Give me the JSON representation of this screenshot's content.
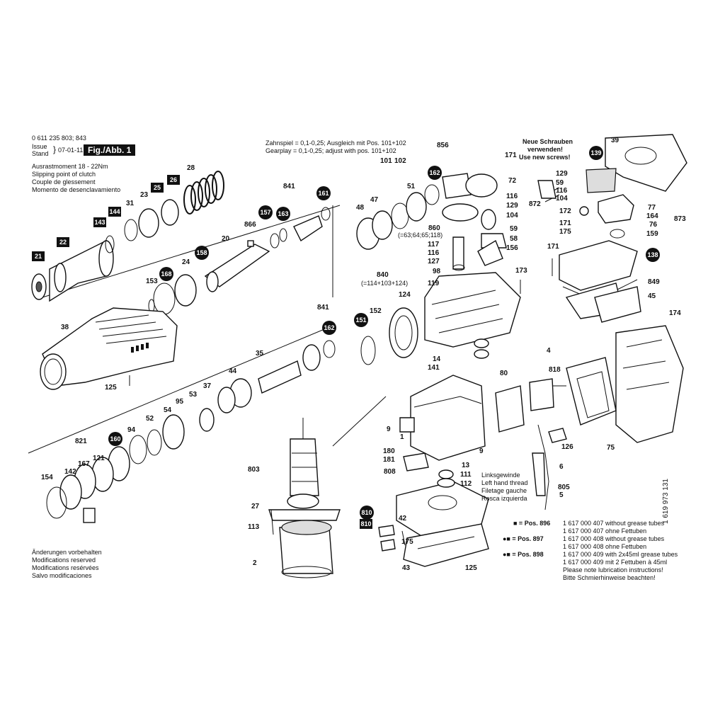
{
  "header": {
    "model": "0 611 235 803; 843",
    "issue_label": "Issue",
    "stand_label": "Stand",
    "date": "07-01-11",
    "fig": "Fig./Abb. 1"
  },
  "clutch": [
    "Ausrastmoment 18 - 22Nm",
    "Slipping point of clutch",
    "Couple de glessement",
    "Momento de desenclavamiento"
  ],
  "gearplay": [
    "Zahnspiel = 0,1-0,25; Ausgleich mit Pos. 101+102",
    "Gearplay  = 0,1-0,25; adjust with pos. 101+102"
  ],
  "screws": [
    "Neue Schrauben",
    "verwenden!",
    "Use new screws!"
  ],
  "thread": [
    "Linksgewinde",
    "Left hand thread",
    "Filetage gauche",
    "Rosca izquierda"
  ],
  "notes": [
    "Änderungen vorbehalten",
    "Modifications reserved",
    "Modifications resérvées",
    "Salvo modificaciones"
  ],
  "grease": [
    {
      "pos": "■ = Pos.  896",
      "a": "1 617 000 407 without grease tubes",
      "b": "1 617 000 407 ohne Fettuben"
    },
    {
      "pos": "●■ = Pos.  897",
      "a": "1 617 000 408 without grease tubes",
      "b": "1 617 000 408 ohne Fettuben"
    },
    {
      "pos": "●■ = Pos.  898",
      "a": "1 617 000 409 with 2x45ml grease tubes",
      "b": "1 617 000 409 mit 2 Fettuben à 45ml"
    }
  ],
  "lubrication": [
    "Please note lubrication instructions!",
    "Bitte Schmierhinweise beachten!"
  ],
  "code": "1 619 973 131",
  "sub_note": "(=63;64;65;118)",
  "sub_note2": "(=114+103+124)",
  "badges": {
    "b157": "157",
    "b163a": "163",
    "b161": "161",
    "b158": "158",
    "b168": "168",
    "b162a": "162",
    "b151": "151",
    "b162b": "162",
    "b160": "160",
    "b810a": "810",
    "b139": "139",
    "b138": "138"
  },
  "squares": {
    "s26": "26",
    "s25": "25",
    "s144": "144",
    "s143": "143",
    "s22": "22",
    "s21": "21",
    "s810b": "810"
  },
  "labels": {
    "l28": "28",
    "l23": "23",
    "l31": "31",
    "l841a": "841",
    "l866": "866",
    "l20": "20",
    "l24": "24",
    "l153": "153",
    "l38": "38",
    "l125a": "125",
    "l841b": "841",
    "l35": "35",
    "l44": "44",
    "l37": "37",
    "l53": "53",
    "l95": "95",
    "l54": "54",
    "l52": "52",
    "l94": "94",
    "l821": "821",
    "l121": "121",
    "l167": "167",
    "l142": "142",
    "l154": "154",
    "l152": "152",
    "l803": "803",
    "l27": "27",
    "l113": "113",
    "l2": "2",
    "l856": "856",
    "l171a": "171",
    "l101": "101",
    "l102": "102",
    "l47": "47",
    "l51": "51",
    "l48": "48",
    "l72": "72",
    "l116a": "116",
    "l129a": "129",
    "l104a": "104",
    "l59a": "59",
    "l58": "58",
    "l156": "156",
    "l860": "860",
    "l117": "117",
    "l116b": "116",
    "l127": "127",
    "l98": "98",
    "l840": "840",
    "l119": "119",
    "l124": "124",
    "l173": "173",
    "l14": "14",
    "l141": "141",
    "l872": "872",
    "l129b": "129",
    "l59b": "59",
    "l116c": "116",
    "l104b": "104",
    "l39": "39",
    "l172": "172",
    "l77": "77",
    "l164": "164",
    "l873": "873",
    "l76": "76",
    "l159": "159",
    "l171b": "171",
    "l175a": "175",
    "l171c": "171",
    "l849": "849",
    "l45": "45",
    "l174": "174",
    "l4": "4",
    "l818": "818",
    "l80": "80",
    "l9a": "9",
    "l1": "1",
    "l9b": "9",
    "l180": "180",
    "l181": "181",
    "l808": "808",
    "l13": "13",
    "l111": "111",
    "l112": "112",
    "l126": "126",
    "l6": "6",
    "l805": "805",
    "l5": "5",
    "l75": "75",
    "l42": "42",
    "l175b": "175",
    "l43": "43",
    "l125b": "125"
  }
}
